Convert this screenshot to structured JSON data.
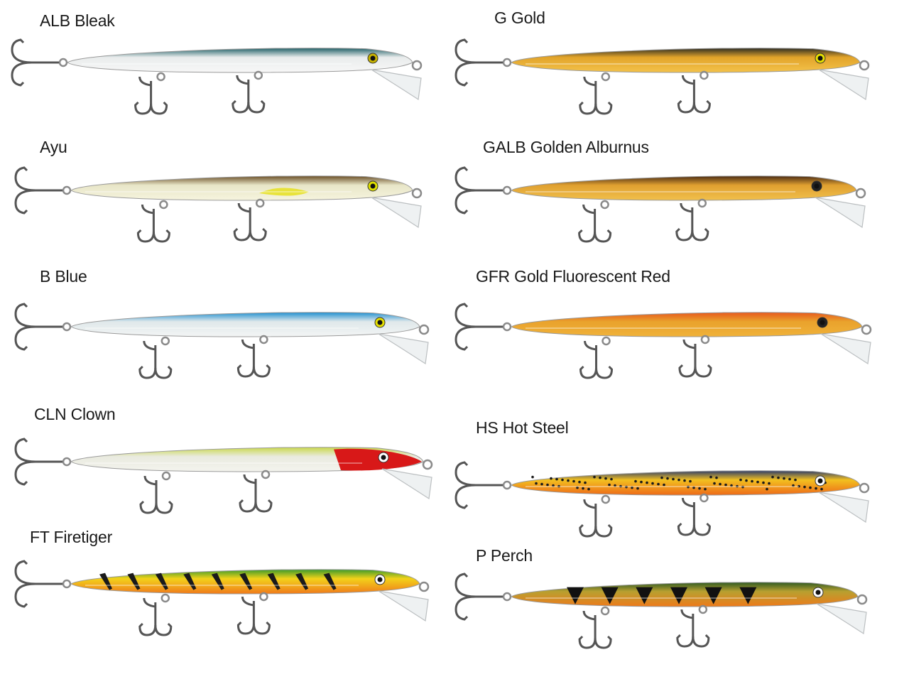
{
  "lures": [
    {
      "id": "alb",
      "label": "ALB Bleak",
      "back": "#1f5f66",
      "body": "#e9ecec",
      "belly": "#f7f7f7",
      "pattern": "plain",
      "eye": "#c8b400"
    },
    {
      "id": "ayu",
      "label": "Ayu",
      "back": "#6a4e25",
      "body": "#e8e6c8",
      "belly": "#f6f4de",
      "pattern": "ayu",
      "eye": "#e0e000"
    },
    {
      "id": "b",
      "label": "B Blue",
      "back": "#1e8fd0",
      "body": "#dfe8ea",
      "belly": "#f3f5f5",
      "pattern": "plain",
      "eye": "#e6e000"
    },
    {
      "id": "cln",
      "label": "CLN Clown",
      "back": "#c9d84a",
      "body": "#e9eadf",
      "belly": "#f4f4ee",
      "pattern": "clown",
      "eye": "#ffffff"
    },
    {
      "id": "ft",
      "label": "FT Firetiger",
      "back": "#3a9a2a",
      "body": "#f2d21a",
      "belly": "#f07a1a",
      "pattern": "tiger",
      "eye": "#ffffff"
    },
    {
      "id": "g",
      "label": "G Gold",
      "back": "#2b2a22",
      "body": "#e2a42a",
      "belly": "#f3c24a",
      "pattern": "plain",
      "eye": "#e8e000"
    },
    {
      "id": "galb",
      "label": "GALB Golden Alburnus",
      "back": "#4a2b14",
      "body": "#e0a030",
      "belly": "#f1c04c",
      "pattern": "plain",
      "eye": "#222222"
    },
    {
      "id": "gfr",
      "label": "GFR Gold Fluorescent Red",
      "back": "#e8581c",
      "body": "#e9a22c",
      "belly": "#f0b23a",
      "pattern": "plain",
      "eye": "#222222"
    },
    {
      "id": "hs",
      "label": "HS Hot Steel",
      "back": "#2d3c6a",
      "body": "#f2c020",
      "belly": "#ee6a18",
      "pattern": "dots",
      "eye": "#ffffff"
    },
    {
      "id": "p",
      "label": "P Perch",
      "back": "#2e5a22",
      "body": "#b8a030",
      "belly": "#ee7a1a",
      "pattern": "perch",
      "eye": "#ffffff"
    }
  ]
}
